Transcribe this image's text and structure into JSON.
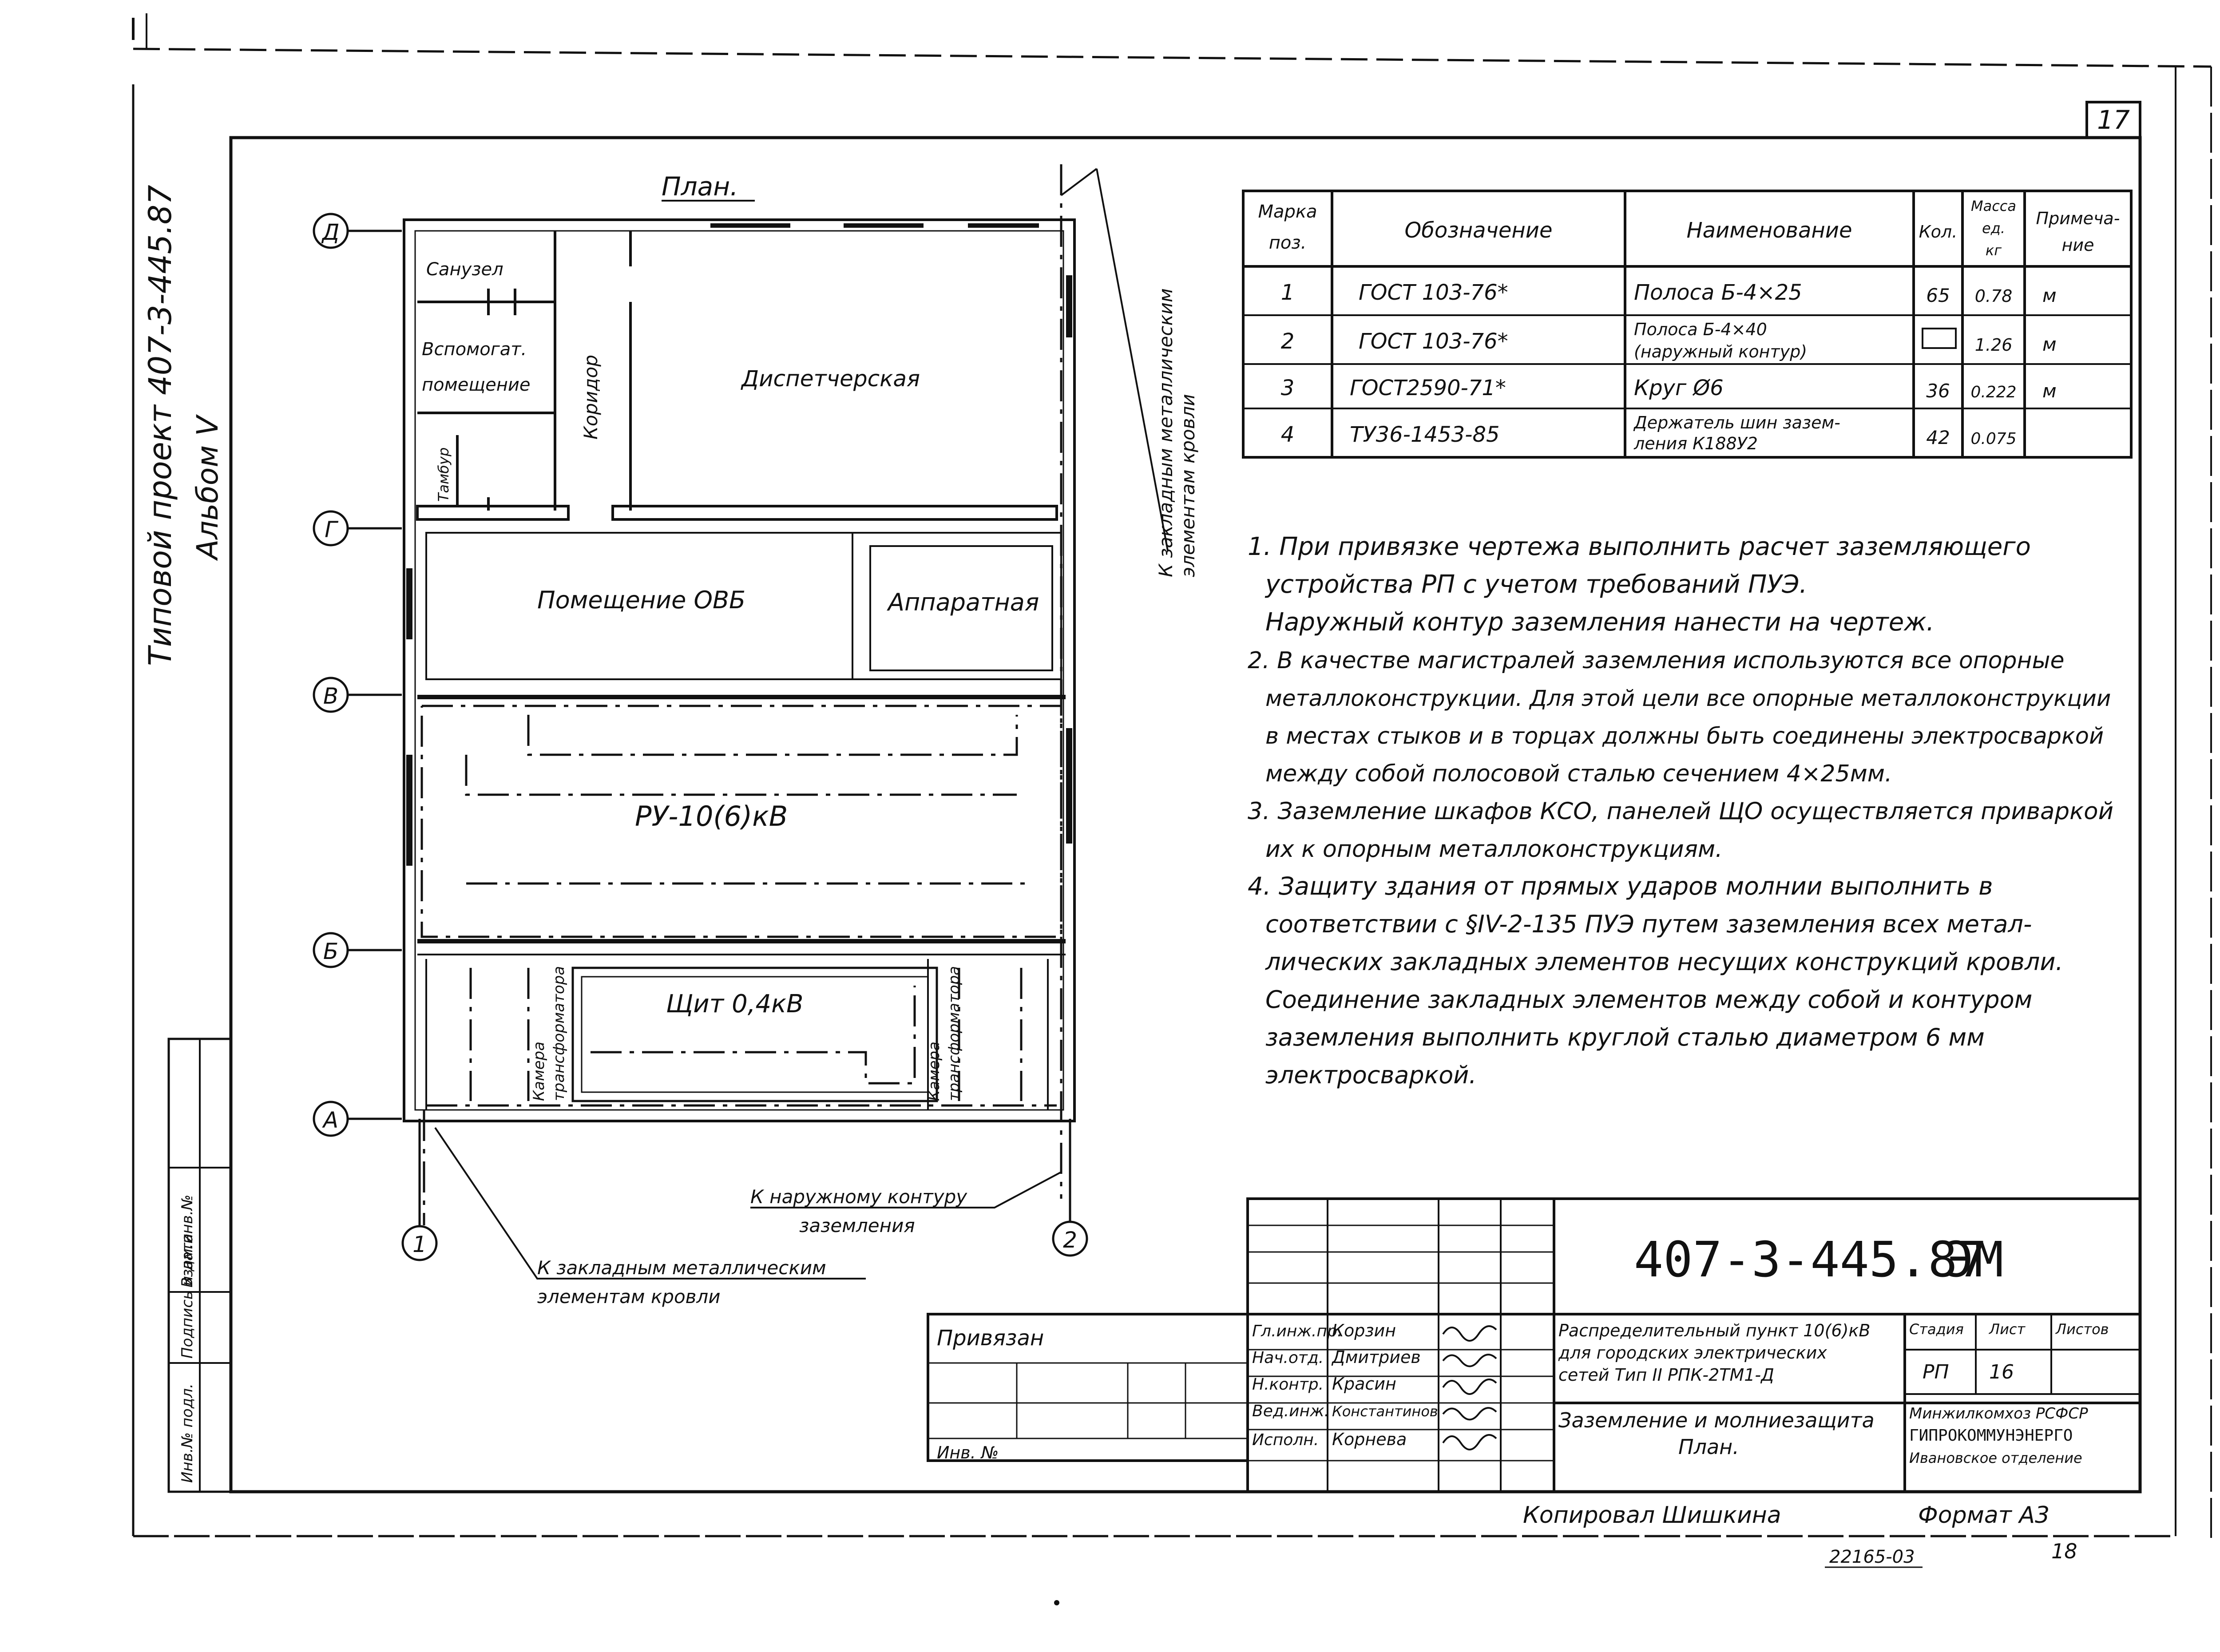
{
  "sheet_number": "17",
  "side_title": {
    "line1": "Типовой проект 407-3-445.87",
    "line2": "Альбом V"
  },
  "plan_title": "План.",
  "axes": {
    "a": "А",
    "b": "Б",
    "v": "В",
    "g": "Г",
    "d": "Д",
    "one": "1",
    "two": "2"
  },
  "rooms": {
    "sanuzel": "Санузел",
    "vspomog1": "Вспомогат.",
    "vspomog2": "помещение",
    "koridor": "Коридор",
    "tambur": "Тамбур",
    "dispetch": "Диспетчерская",
    "pom_ovb": "Помещение ОВБ",
    "apparat": "Аппаратная",
    "ru": "РУ-10(6)кВ",
    "shchit": "Щит 0,4кВ",
    "kamera1a": "Камера",
    "kamera1b": "трансформатора",
    "kamera2a": "Камера",
    "kamera2b": "трансформатора"
  },
  "plan_labels": {
    "roof_right_1": "К закладным металлическим",
    "roof_right_2": "элементам кровли",
    "outer_1": "К наружному контуру",
    "outer_2": "заземления",
    "roof_bottom_1": "К закладным металлическим",
    "roof_bottom_2": "элементам кровли"
  },
  "spec_table": {
    "headers": [
      "Марка поз.",
      "Обозначение",
      "Наименование",
      "Кол.",
      "Масса ед. кг",
      "Примечание"
    ],
    "header_lines": {
      "marka": [
        "Марка",
        "поз."
      ],
      "oboz": "Обозначение",
      "naim": "Наименование",
      "kol": "Кол.",
      "massa": [
        "Масса",
        "ед.",
        "кг"
      ],
      "prim": [
        "Примеча-",
        "ние"
      ]
    },
    "rows": [
      {
        "pos": "1",
        "oboz": "ГОСТ 103-76*",
        "naim1": "Полоса  Б-4×25",
        "naim2": "",
        "kol": "65",
        "massa": "0.78",
        "prim": "м"
      },
      {
        "pos": "2",
        "oboz": "ГОСТ 103-76*",
        "naim1": "Полоса Б-4×40",
        "naim2": "(наружный контур)",
        "kol": "",
        "massa": "1.26",
        "prim": "м"
      },
      {
        "pos": "3",
        "oboz": "ГОСТ2590-71*",
        "naim1": "Круг  Ø6",
        "naim2": "",
        "kol": "36",
        "massa": "0.222",
        "prim": "м"
      },
      {
        "pos": "4",
        "oboz": "ТУ36-1453-85",
        "naim1": "Держатель шин зазем-",
        "naim2": "ления К188У2",
        "kol": "42",
        "massa": "0.075",
        "prim": ""
      }
    ]
  },
  "notes": [
    "1. При привязке чертежа  выполнить  расчет заземляющего",
    "устройства РП с учетом требований ПУЭ.",
    "Наружный контур заземления нанести на чертеж.",
    "2. В качестве магистралей заземления используются все опорные",
    "металлоконструкции.  Для этой цели все опорные металлоконструкции",
    "в местах стыков и в торцах должны быть соединены электросваркой",
    "между собой полосовой сталью сечением 4×25мм.",
    "3. Заземление шкафов КСО, панелей ЩО осуществляется приваркой",
    "их к опорным металлоконструкциям.",
    "4. Защиту здания от прямых ударов молнии выполнить в",
    "соответствии с §IV-2-135 ПУЭ путем  заземления всех метал-",
    "лических закладных элементов несущих конструкций кровли.",
    "Соединение закладных элементов между собой и контуром",
    "заземления выполнить круглой сталью диаметром 6 мм",
    "электросваркой."
  ],
  "title_block": {
    "code": "407-3-445.87",
    "mark": "ЭМ",
    "privyazan": "Привязан",
    "inv": "Инв. №",
    "roles": [
      "Гл.инж.пр.",
      "Нач.отд.",
      "Н.контр.",
      "Вед.инж.",
      "Исполн."
    ],
    "names": [
      "Корзин",
      "Дмитриев",
      "Красин",
      "Константинов",
      "Корнева"
    ],
    "signs": [
      "подпись",
      "подпись",
      "подпись",
      "подпись",
      "подпись"
    ],
    "object_1": "Распределительный пункт 10(6)кВ",
    "object_2": "для городских  электрических",
    "object_3": "сетей      Тип II РПК-2ТМ1-Д",
    "sheet_title_1": "Заземление  и молниезащита",
    "sheet_title_2": "План.",
    "stadia_h": "Стадия",
    "list_h": "Лист",
    "listov_h": "Листов",
    "stadia": "РП",
    "list": "16",
    "org_1": "Минжилкомхоз РСФСР",
    "org_2": "ГИПРОКОММУНЭНЕРГО",
    "org_3": "Ивановское отделение"
  },
  "left_stamp": {
    "a": "Инв.№ подл.",
    "b": "Подпись и дата",
    "c": "Взам.инв.№"
  },
  "footer": {
    "copied": "Копировал  Шишкина",
    "format": "Формат А3",
    "order": "22165-03",
    "page": "18"
  }
}
